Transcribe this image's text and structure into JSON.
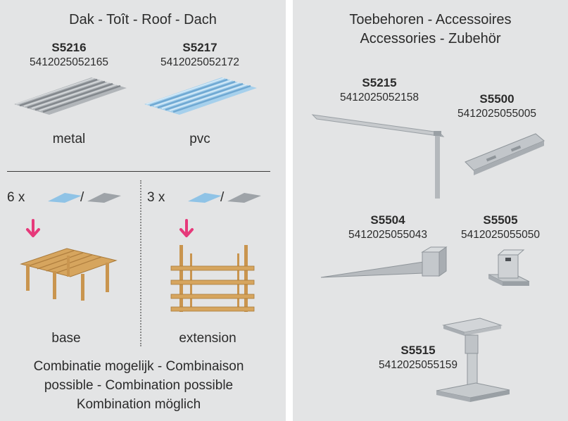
{
  "left": {
    "title": "Dak - Toît - Roof - Dach",
    "roofs": [
      {
        "code": "S5216",
        "ean": "5412025052165",
        "material": "metal"
      },
      {
        "code": "S5217",
        "ean": "5412025052172",
        "material": "pvc"
      }
    ],
    "combos": [
      {
        "count": "6 x",
        "separator": "/",
        "label": "base"
      },
      {
        "count": "3 x",
        "separator": "/",
        "label": "extension"
      }
    ],
    "combination_text": [
      "Combinatie mogelijk - Combinaison",
      "possible - Combination possible",
      "Kombination möglich"
    ]
  },
  "right": {
    "title_lines": [
      "Toebehoren - Accessoires",
      "Accessories - Zubehör"
    ],
    "items": [
      {
        "code": "S5215",
        "ean": "5412025052158"
      },
      {
        "code": "S5500",
        "ean": "5412025055005"
      },
      {
        "code": "S5504",
        "ean": "5412025055043"
      },
      {
        "code": "S5505",
        "ean": "5412025055050"
      },
      {
        "code": "S5515",
        "ean": "5412025055159"
      }
    ]
  },
  "colors": {
    "panel": "#e3e4e5",
    "arrow": "#e6397a",
    "pvc": "#8fc3e6",
    "metal": "#9ea3a8",
    "wood": "#c9954f"
  }
}
